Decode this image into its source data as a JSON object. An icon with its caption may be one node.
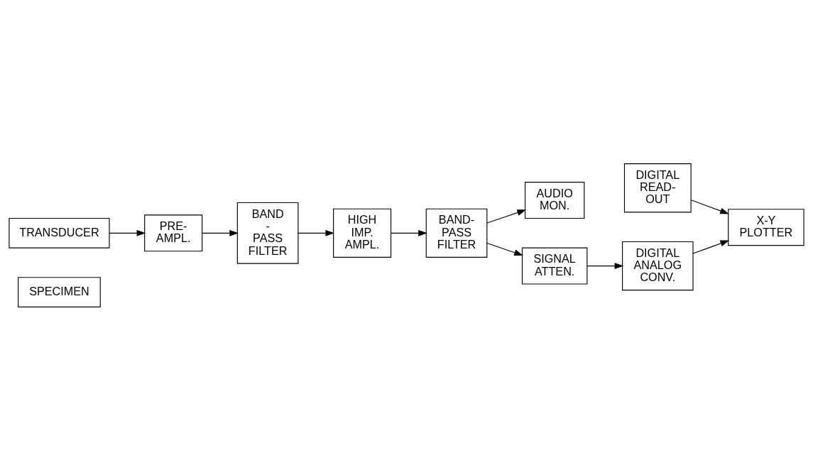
{
  "diagram": {
    "nodes": [
      {
        "text": [
          "TRANSDUCER"
        ]
      },
      {
        "text": [
          "SPECIMEN"
        ]
      },
      {
        "text": [
          "PRE- AMPL."
        ]
      },
      {
        "text": [
          "BAND - PASS FILTER"
        ]
      },
      {
        "text": [
          "HIGH IMP. AMPL."
        ]
      },
      {
        "text": [
          "BAND- PASS FILTER"
        ]
      },
      {
        "text": [
          "AUDIO MON."
        ]
      },
      {
        "text": [
          "SIGNAL ATTEN."
        ]
      },
      {
        "text": [
          "DIGITAL READ- OUT"
        ]
      },
      {
        "text": [
          "DIGITAL ANALOG CONV."
        ]
      },
      {
        "text": [
          "X-Y PLOTTER"
        ]
      }
    ],
    "edges": [
      {
        "from": 0,
        "to": 2,
        "arrow": "to"
      },
      {
        "from": 2,
        "to": 3,
        "arrow": "to"
      },
      {
        "from": 3,
        "to": 4,
        "arrow": "to"
      },
      {
        "from": 4,
        "to": 5,
        "arrow": "to"
      },
      {
        "from": 5,
        "to": 6,
        "arrow": "to"
      },
      {
        "from": 5,
        "to": 7,
        "arrow": "to"
      },
      {
        "from": 7,
        "to": 9,
        "arrow": "to"
      },
      {
        "from": 8,
        "to": 10,
        "arrow": "to"
      },
      {
        "from": 9,
        "to": 10,
        "arrow": "to"
      }
    ]
  }
}
